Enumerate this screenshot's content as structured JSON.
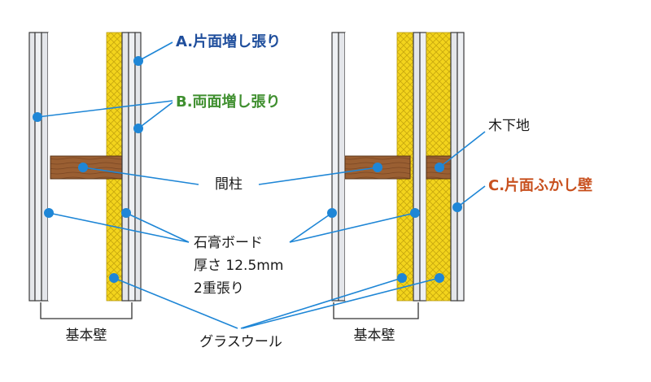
{
  "labels": {
    "option_a": "A.片面増し張り",
    "option_b": "B.両面増し張り",
    "option_c": "C.片面ふかし壁",
    "stud": "間柱",
    "gypsum_line1": "石膏ボード",
    "gypsum_line2": "厚さ 12.5mm",
    "gypsum_line3": "2重張り",
    "glass_wool": "グラスウール",
    "base_wall_left": "基本壁",
    "base_wall_right": "基本壁",
    "wood_furring": "木下地"
  },
  "colors": {
    "option_a": "#1f4e9c",
    "option_b": "#3f8f2f",
    "option_c": "#c8501e",
    "leader": "#1e86d6",
    "glass_wool": "#f3d41c",
    "wood": "#9a5f32",
    "board": "#e4e6ea"
  }
}
